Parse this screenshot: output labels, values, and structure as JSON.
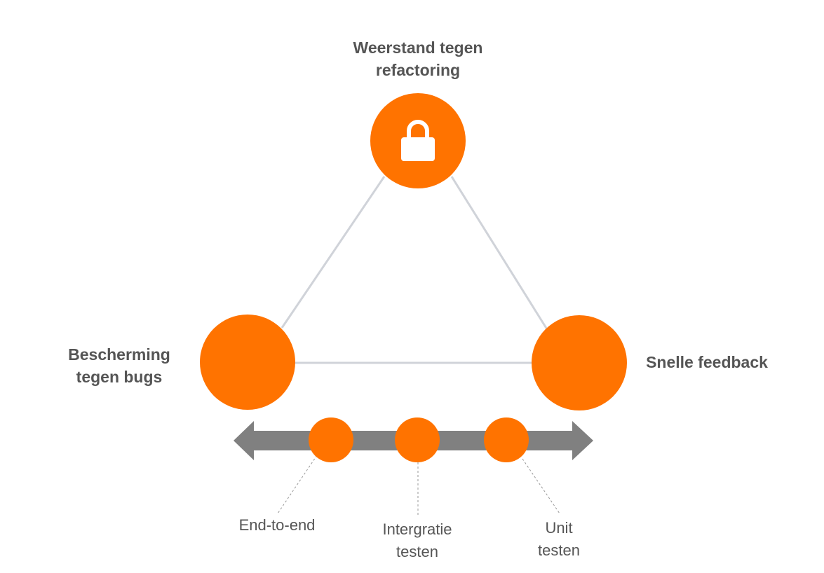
{
  "colors": {
    "node": "#ff7300",
    "edge": "#d0d3d9",
    "arrow": "#808080",
    "text": "#555555"
  },
  "top_label": {
    "line1": "Weerstand tegen",
    "line2": "refactoring"
  },
  "left_label": {
    "line1": "Bescherming",
    "line2": "tegen bugs"
  },
  "right_label": {
    "line1": "Snelle feedback"
  },
  "top_node_icon": "lock-icon",
  "axis_labels": {
    "end_to_end": "End-to-end",
    "integration": {
      "line1": "Intergratie",
      "line2": "testen"
    },
    "unit": {
      "line1": "Unit",
      "line2": "testen"
    }
  }
}
